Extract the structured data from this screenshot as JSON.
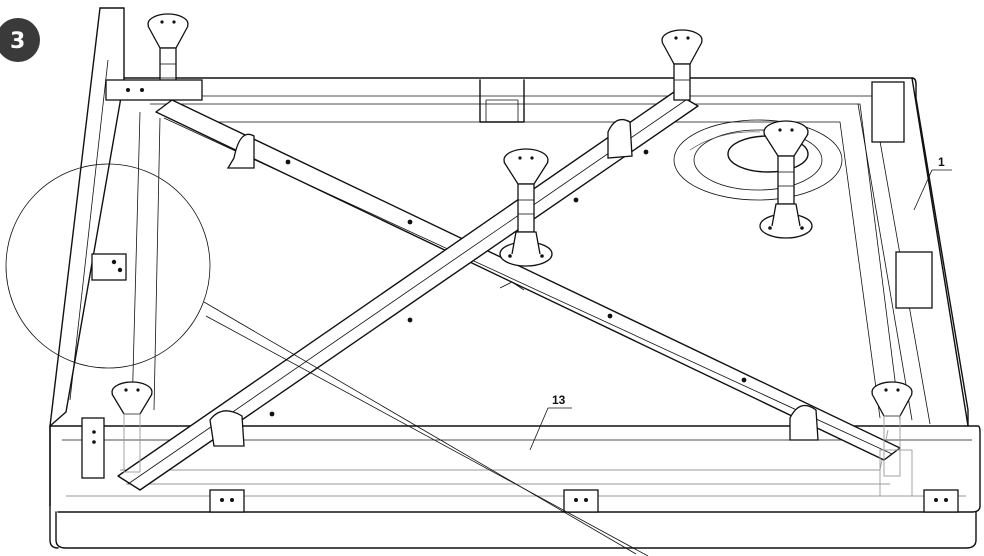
{
  "step": {
    "number": "3",
    "badge_color": "#3a3a3a"
  },
  "callouts": [
    {
      "id": "tray",
      "label": "1"
    },
    {
      "id": "frame",
      "label": "13"
    }
  ],
  "colors": {
    "line": "#111111",
    "background": "#ffffff",
    "ghost": "#9a9a9a"
  }
}
